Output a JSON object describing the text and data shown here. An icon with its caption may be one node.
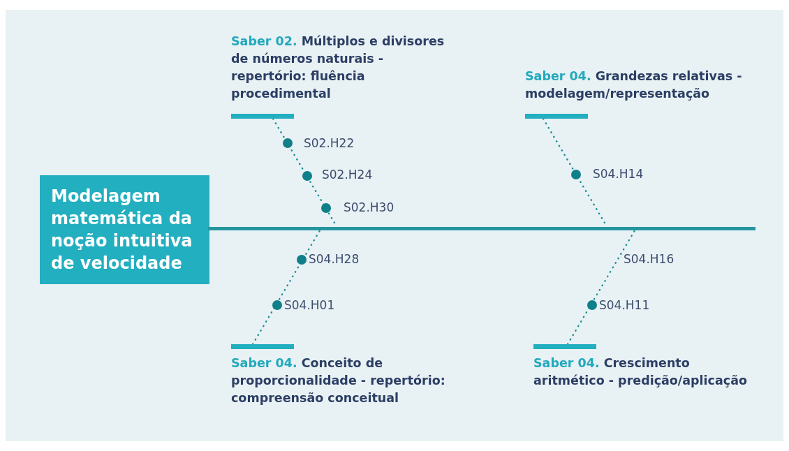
{
  "diagram": {
    "nodes": [
      {
        "text": [
          "Modelagem matemática da noção intuitiva de velocidade"
        ]
      },
      {
        "text": [
          "Saber 02.",
          "Múltiplos e divisores de números naturais - repertório: fluência procedimental"
        ]
      },
      {
        "text": [
          "Saber 04.",
          "Grandezas relativas - modelagem/representação"
        ]
      },
      {
        "text": [
          "Saber 04.",
          "Conceito de proporcionalidade - repertório: compreensão conceitual"
        ]
      },
      {
        "text": [
          "Saber 04.",
          "Crescimento aritmético - predição/aplicação"
        ]
      },
      {
        "text": [],
        "shape": "bar"
      }
    ],
    "edges": [
      {
        "from": 1,
        "to": 5,
        "arrow": "none",
        "style": "dashed"
      },
      {
        "from": 2,
        "to": 5,
        "arrow": "none",
        "style": "dashed"
      },
      {
        "from": 3,
        "to": 5,
        "arrow": "none",
        "style": "dashed"
      },
      {
        "from": 4,
        "to": 5,
        "arrow": "none",
        "style": "dashed"
      }
    ],
    "labels": [
      "S02.H22",
      "S02.H24",
      "S04.H14",
      "S02.H30",
      "S04.H28",
      "S04.H16",
      "S04.H01",
      "S04.H11"
    ]
  }
}
